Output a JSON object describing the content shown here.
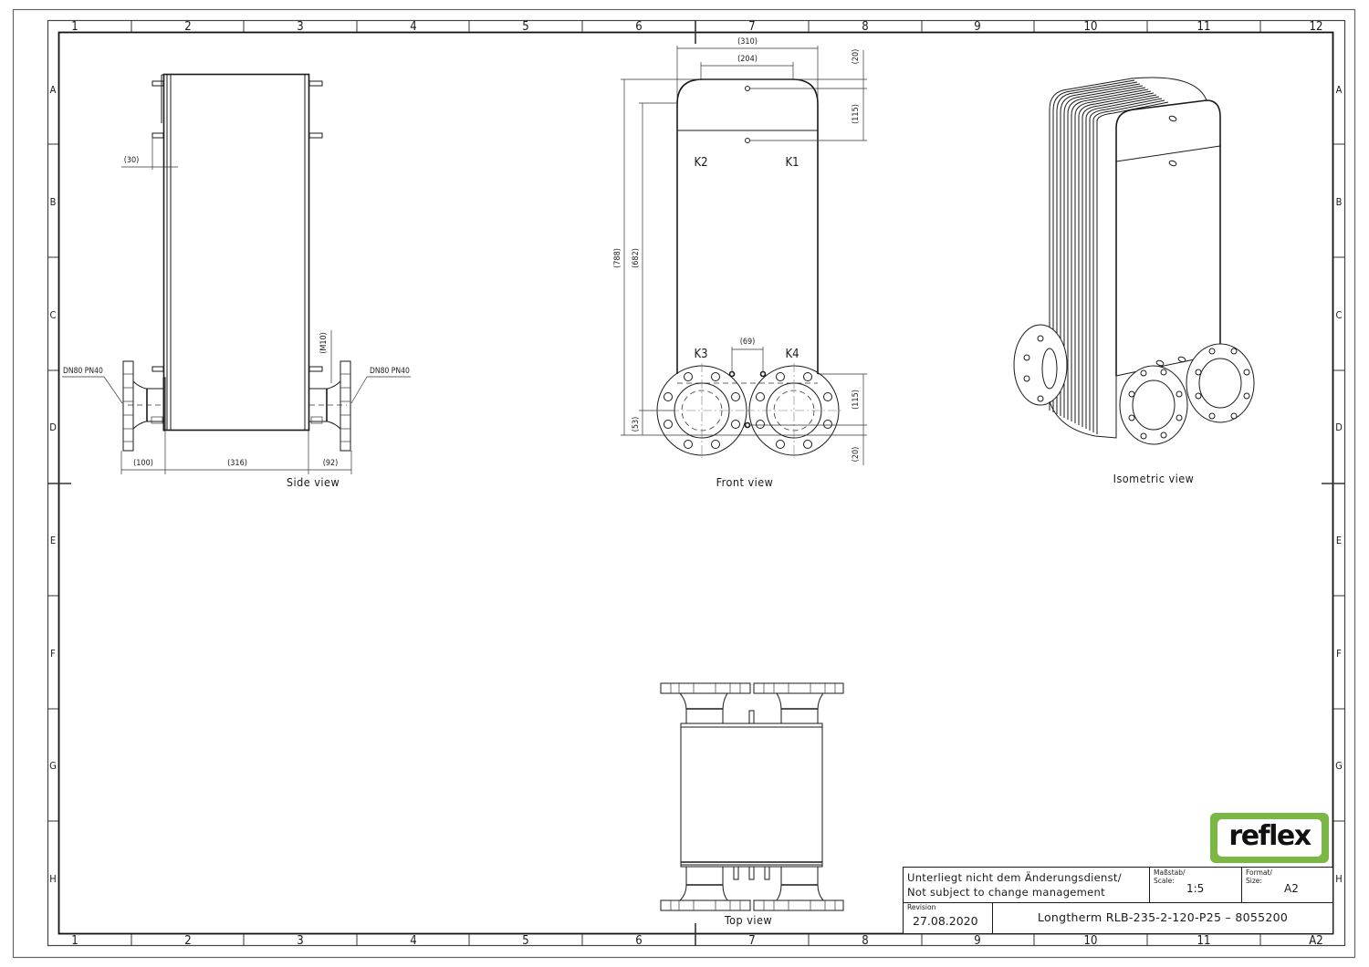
{
  "drawing": {
    "zones": {
      "columns_top": [
        "1",
        "2",
        "3",
        "4",
        "5",
        "6",
        "7",
        "8",
        "9",
        "10",
        "11",
        "12"
      ],
      "columns_bottom": [
        "1",
        "2",
        "3",
        "4",
        "5",
        "6",
        "7",
        "8",
        "9",
        "10",
        "11",
        "A2"
      ],
      "rows": [
        "A",
        "B",
        "C",
        "D",
        "E",
        "F",
        "G",
        "H"
      ]
    },
    "views": {
      "side": {
        "label": "Side view",
        "dimensions": {
          "bolt_offset": "(30)",
          "thread": "(M10)",
          "left_connection": "(100)",
          "body_width": "(316)",
          "right_connection": "(92)"
        },
        "flange_left_label": "DN80  PN40",
        "flange_right_label": "DN80  PN40"
      },
      "front": {
        "label": "Front view",
        "dimensions": {
          "overall_width": "(310)",
          "port_spacing_top": "(204)",
          "top_offset": "(20)",
          "top_port_spacing": "(115)",
          "overall_height": "(788)",
          "port_height": "(682)",
          "bottom_port_height": "(53)",
          "bottom_port_center": "(69)",
          "bottom_port_spacing": "(115)",
          "bottom_offset": "(20)"
        },
        "ports": [
          "K1",
          "K2",
          "K3",
          "K4"
        ]
      },
      "isometric": {
        "label": "Isometric view"
      },
      "top": {
        "label": "Top view"
      }
    }
  },
  "title_block": {
    "notice_line1": "Unterliegt nicht dem Änderungsdienst/",
    "notice_line2": "Not subject to change management",
    "scale_caption1": "Maßstab/",
    "scale_caption2": "Scale:",
    "scale_value": "1:5",
    "size_caption1": "Format/",
    "size_caption2": "Size:",
    "size_value": "A2",
    "revision_caption": "Revision",
    "revision_date": "27.08.2020",
    "product_name": "Longtherm  RLB-235-2-120-P25  –  8055200"
  },
  "logo": {
    "text": "reflex",
    "color": "#7ab744"
  }
}
